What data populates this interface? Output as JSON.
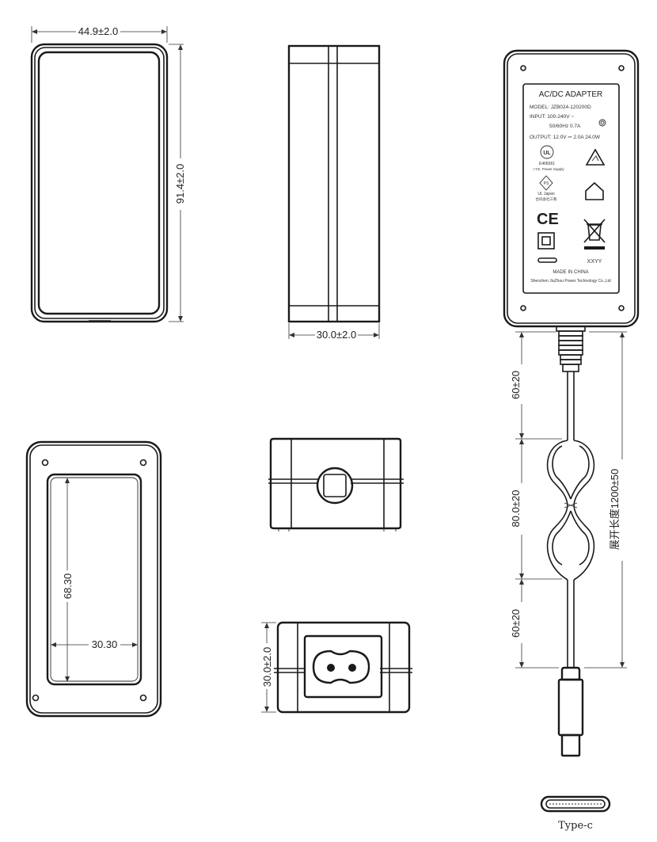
{
  "dimensions": {
    "front_width": "44.9±2.0",
    "front_height": "91.4±2.0",
    "side_depth": "30.0±2.0",
    "back_inner_height": "68.30",
    "back_inner_width": "30.30",
    "end_height": "30.0±2.0",
    "cable_segment_top": "60±20",
    "cable_segment_coil": "80.0±20",
    "cable_segment_bottom": "60±20",
    "cable_total_length": "展开长度1200±50"
  },
  "label": {
    "title": "AC/DC  ADAPTER",
    "model": "MODEL: JZB024-120200D",
    "input_line1": "INPUT: 100-240V ~",
    "input_line2": "50/60Hz  0.7A",
    "output": "OUTPUT: 12.0V ⎓ 2.0A  24.0W",
    "ul_file": "E468361",
    "ite_text": "I.T.E. Power Supply",
    "ul_japan": "UL Japan",
    "japan_sub": "合同会社三和",
    "ce_mark": "CE",
    "date_code": "XXYY",
    "made_in": "MADE  IN  CHINA",
    "manufacturer": "Shenzhen JiuZhou Power Technology Co.,Ltd"
  },
  "connector": {
    "type_label": "Type-c"
  },
  "colors": {
    "line": "#1a1a1a",
    "background": "#ffffff"
  }
}
